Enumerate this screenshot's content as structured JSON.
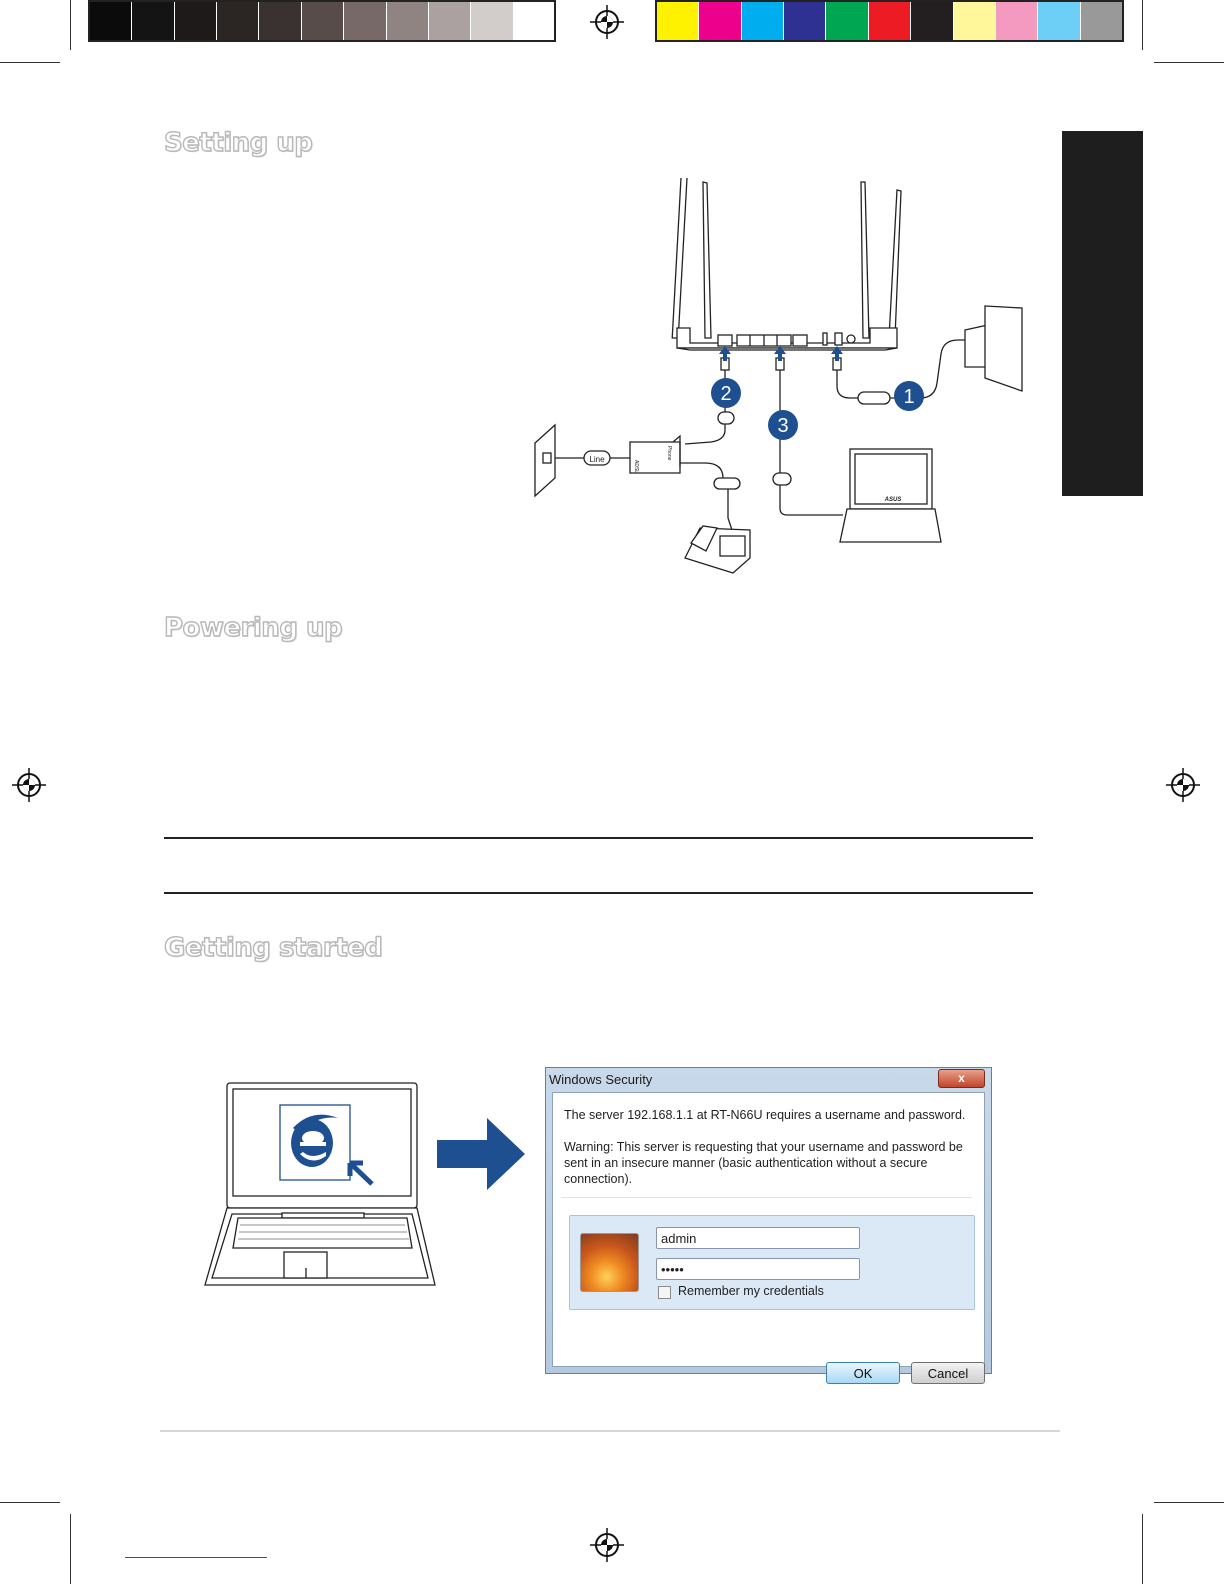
{
  "headings": {
    "setting_up": "Setting up",
    "powering_up": "Powering up",
    "getting_started": "Getting started"
  },
  "color_bar": {
    "grays": [
      "#0b0b0b",
      "#141414",
      "#1d1a19",
      "#2b2624",
      "#3a3230",
      "#574c4a",
      "#766967",
      "#8f8482",
      "#aaa1a0",
      "#d2cccb",
      "#ffffff"
    ],
    "colors": [
      "#fff200",
      "#ec008c",
      "#00aeef",
      "#2e3192",
      "#00a651",
      "#ed1c24",
      "#231f20",
      "#fff799",
      "#f49ac1",
      "#6dcff6",
      "#999999"
    ]
  },
  "diagram": {
    "steps": [
      "1",
      "2",
      "3"
    ],
    "splitter_line_label": "Line",
    "splitter_port_labels": [
      "ADSL",
      "Phone"
    ],
    "laptop_brand": "ASUS",
    "accent_color": "#1e4f91"
  },
  "login_dialog": {
    "title": "Windows Security",
    "close_label": "x",
    "message": "The server 192.168.1.1 at RT-N66U requires a username and password.",
    "warning_lines": [
      "Warning: This server is requesting that your username and password be",
      "sent in an insecure manner (basic authentication without a secure",
      "connection)."
    ],
    "username_value": "admin",
    "password_value": "•••••",
    "remember_label": "Remember my credentials",
    "ok_label": "OK",
    "cancel_label": "Cancel"
  }
}
